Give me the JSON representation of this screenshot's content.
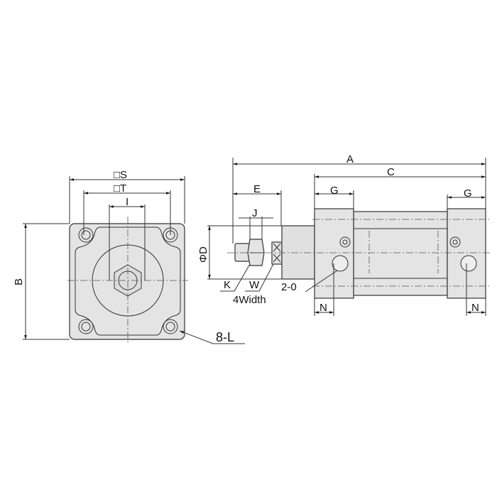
{
  "front_view": {
    "labels": {
      "S": "□S",
      "T": "□T",
      "I": "I",
      "B": "B",
      "L": "8-L"
    }
  },
  "side_view": {
    "labels": {
      "A": "A",
      "C": "C",
      "E": "E",
      "G_left": "G",
      "G_right": "G",
      "J": "J",
      "D": "ΦD",
      "K": "K",
      "W": "W",
      "width": "4Width",
      "O": "2-0",
      "N_left": "N",
      "N_right": "N"
    }
  },
  "colors": {
    "body_fill": "#e4e4e4",
    "line": "#333333"
  }
}
